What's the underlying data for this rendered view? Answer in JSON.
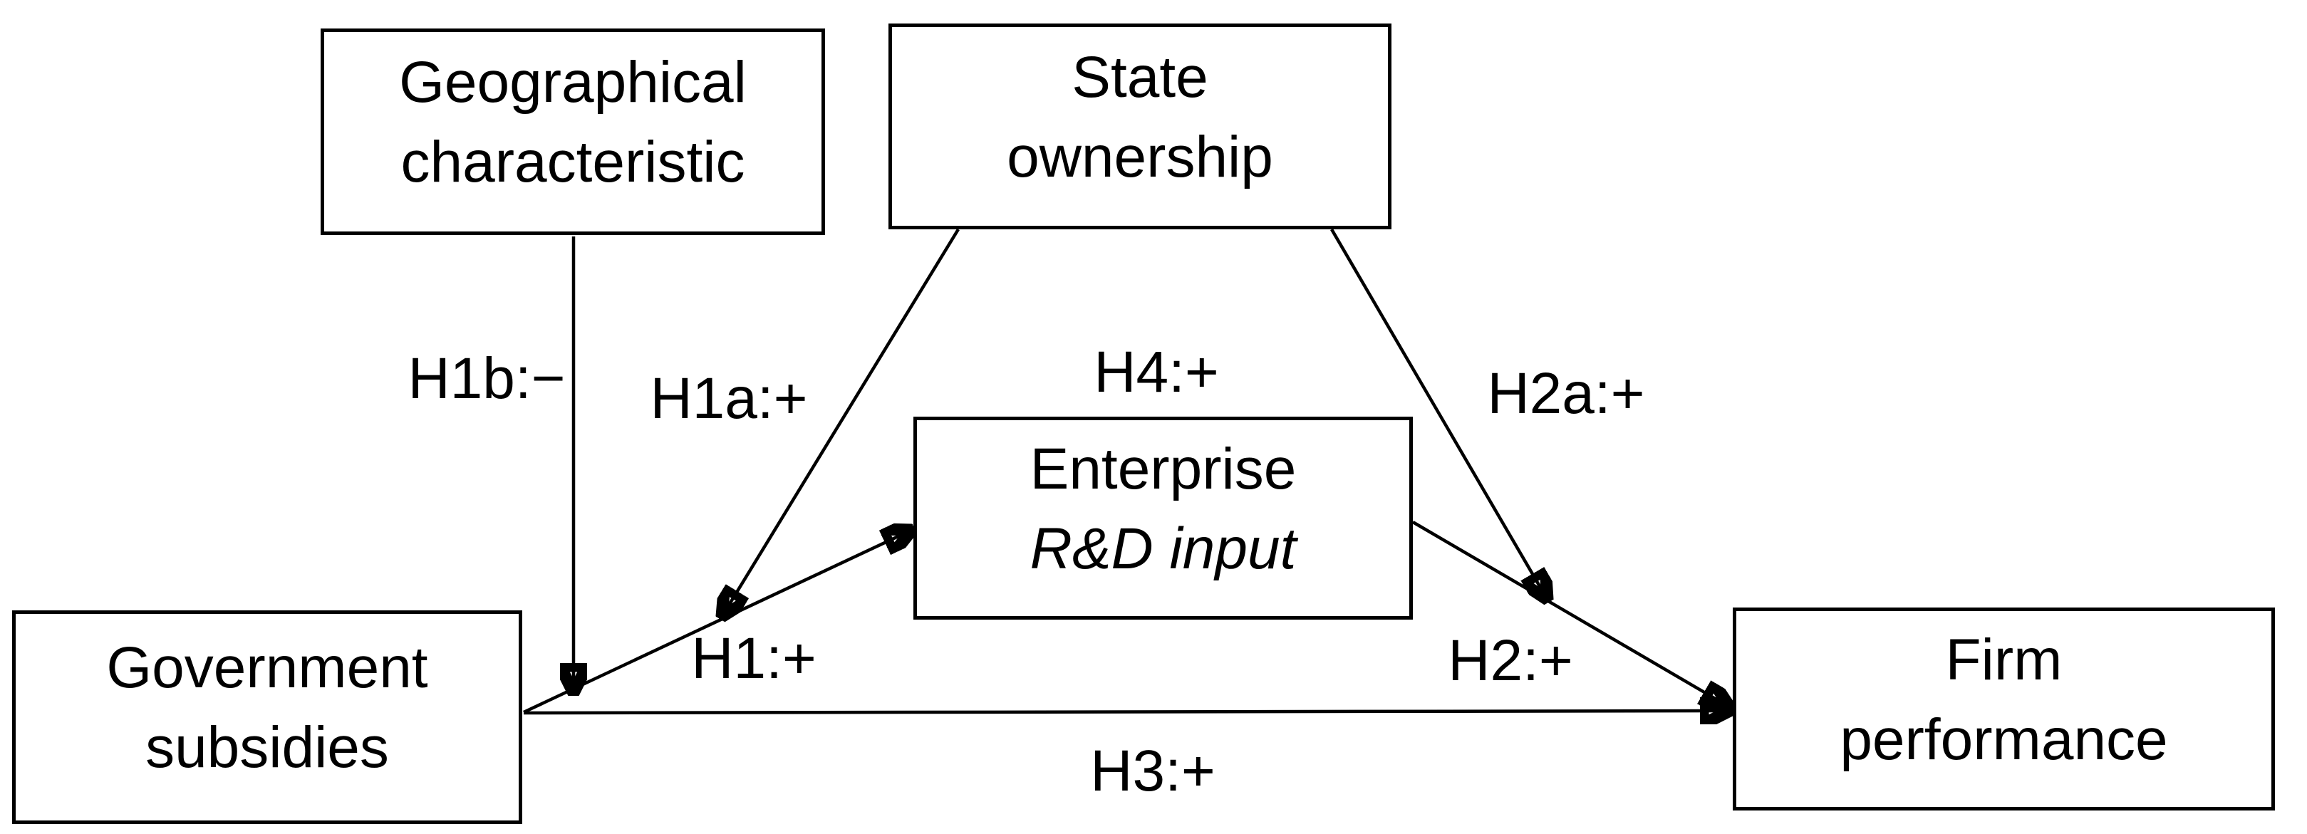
{
  "page": {
    "background_color": "#ffffff",
    "ink_color": "#000000"
  },
  "diagram": {
    "type": "hypothesis-path-model",
    "nodes": [
      {
        "id": "geographical-characteristic",
        "lines": [
          "Geographical",
          "characteristic"
        ]
      },
      {
        "id": "state-ownership",
        "lines": [
          "State",
          "ownership"
        ]
      },
      {
        "id": "enterprise-rd-input",
        "lines": [
          "Enterprise",
          "R&D input"
        ]
      },
      {
        "id": "government-subsidies",
        "lines": [
          "Government",
          "subsidies"
        ]
      },
      {
        "id": "firm-performance",
        "lines": [
          "Firm",
          "performance"
        ]
      }
    ],
    "path_labels": [
      {
        "id": "H1b",
        "text": "H1b:−"
      },
      {
        "id": "H1a",
        "text": "H1a:+"
      },
      {
        "id": "H4",
        "text": "H4:+"
      },
      {
        "id": "H2a",
        "text": "H2a:+"
      },
      {
        "id": "H1",
        "text": "H1:+"
      },
      {
        "id": "H2",
        "text": "H2:+"
      },
      {
        "id": "H3",
        "text": "H3:+"
      }
    ],
    "edges": [
      {
        "from": "government-subsidies",
        "to": "enterprise-rd-input",
        "label": "H1:+"
      },
      {
        "from": "enterprise-rd-input",
        "to": "firm-performance",
        "label": "H2:+"
      },
      {
        "from": "government-subsidies",
        "to": "firm-performance",
        "label": "H3:+"
      },
      {
        "from": "geographical-characteristic",
        "to": "path-H1",
        "label": "H1b:−"
      },
      {
        "from": "state-ownership",
        "to": "path-H1",
        "label": "H1a:+"
      },
      {
        "from": "state-ownership",
        "to": "path-H2",
        "label": "H2a:+"
      }
    ]
  }
}
